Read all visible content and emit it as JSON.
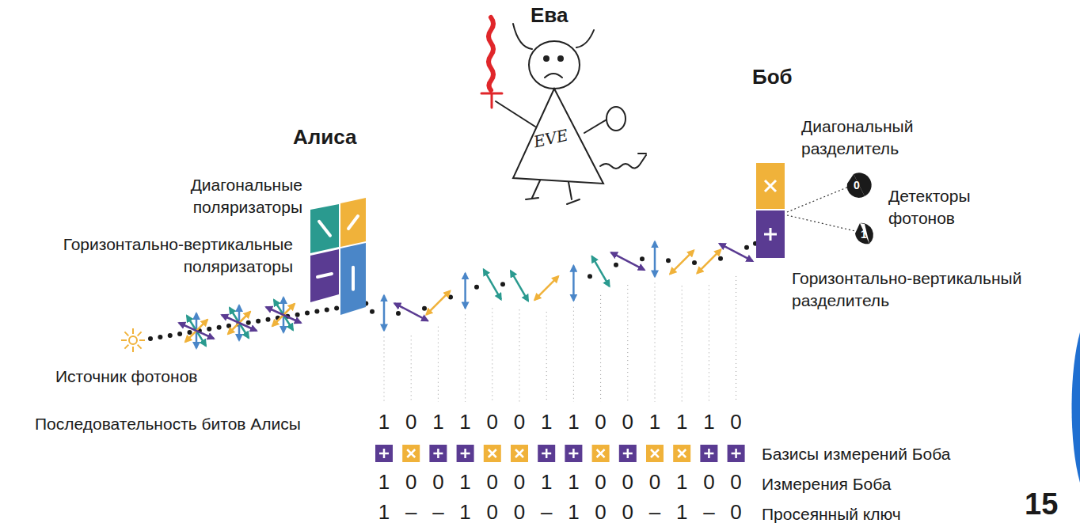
{
  "diagram": {
    "labels": [
      "Ева",
      "EVE",
      "Боб",
      "Алиса",
      "Диагональные поляризаторы",
      "Горизонтально-вертикальные поляризаторы",
      "Диагональный разделитель",
      "0",
      "Детекторы фотонов",
      "1",
      "Горизонтально-вертикальный разделитель",
      "Источник фотонов",
      "Последовательность битов Алисы",
      "1",
      "0",
      "1",
      "1",
      "0",
      "0",
      "1",
      "1",
      "0",
      "0",
      "1",
      "1",
      "1",
      "0",
      "Базисы измерений Боба",
      "1",
      "0",
      "0",
      "1",
      "0",
      "0",
      "1",
      "1",
      "0",
      "0",
      "0",
      "1",
      "0",
      "0",
      "Измерения Боба",
      "1",
      "–",
      "–",
      "1",
      "0",
      "0",
      "–",
      "1",
      "0",
      "0",
      "–",
      "1",
      "–",
      "0",
      "Просеянный ключ",
      "15"
    ]
  }
}
